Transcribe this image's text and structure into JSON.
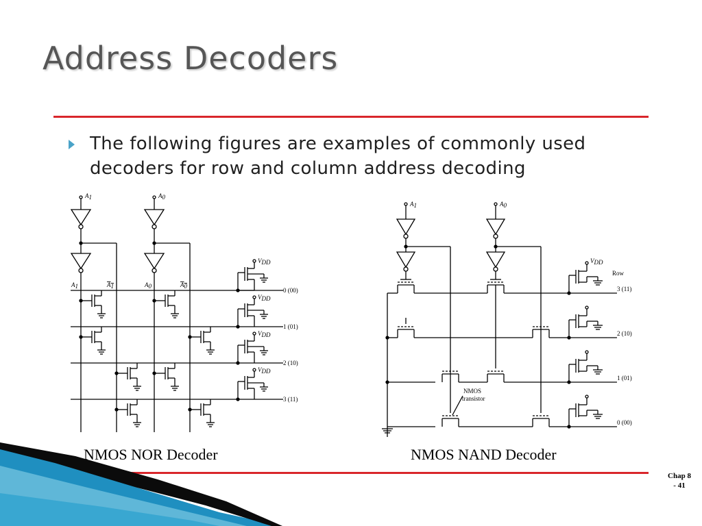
{
  "slide": {
    "title": "Address Decoders",
    "bullet": "The following figures are examples of commonly used decoders for row and column address decoding",
    "page_number": "Chap 8 - 41"
  },
  "nor_decoder": {
    "caption": "NMOS NOR Decoder",
    "input_1": "A",
    "input_1_sub": "1",
    "input_0": "A",
    "input_0_sub": "0",
    "supply": "V",
    "supply_sub": "DD",
    "outputs": [
      "0 (00)",
      "1 (01)",
      "2 (10)",
      "3 (11)"
    ]
  },
  "nand_decoder": {
    "caption": "NMOS NAND Decoder",
    "input_1": "A",
    "input_1_sub": "1",
    "input_0": "A",
    "input_0_sub": "0",
    "supply": "V",
    "supply_sub": "DD",
    "row_label": "Row",
    "transistor_label_1": "NMOS",
    "transistor_label_2": "transistor",
    "outputs": [
      "3 (11)",
      "2 (10)",
      "1 (01)",
      "0 (00)"
    ]
  },
  "colors": {
    "title": "#565656",
    "rule": "#d9262b",
    "bullet": "#4aa3c8",
    "decor_dark": "#0b0b0b",
    "decor_blue": "#1f8fc0"
  }
}
